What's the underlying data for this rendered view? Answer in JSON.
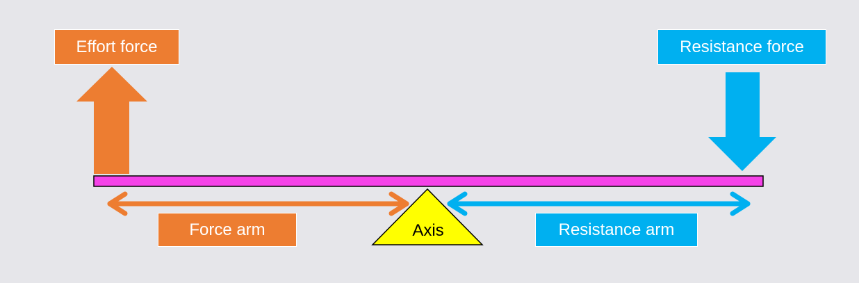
{
  "labels": {
    "effort_force": "Effort force",
    "resistance_force": "Resistance force",
    "force_arm": "Force arm",
    "resistance_arm": "Resistance arm",
    "axis": "Axis"
  },
  "colors": {
    "background": "#e6e6ea",
    "effort": "#ed7d31",
    "resistance": "#00b0f0",
    "lever": "#f542e8",
    "fulcrum": "#ffff00"
  }
}
